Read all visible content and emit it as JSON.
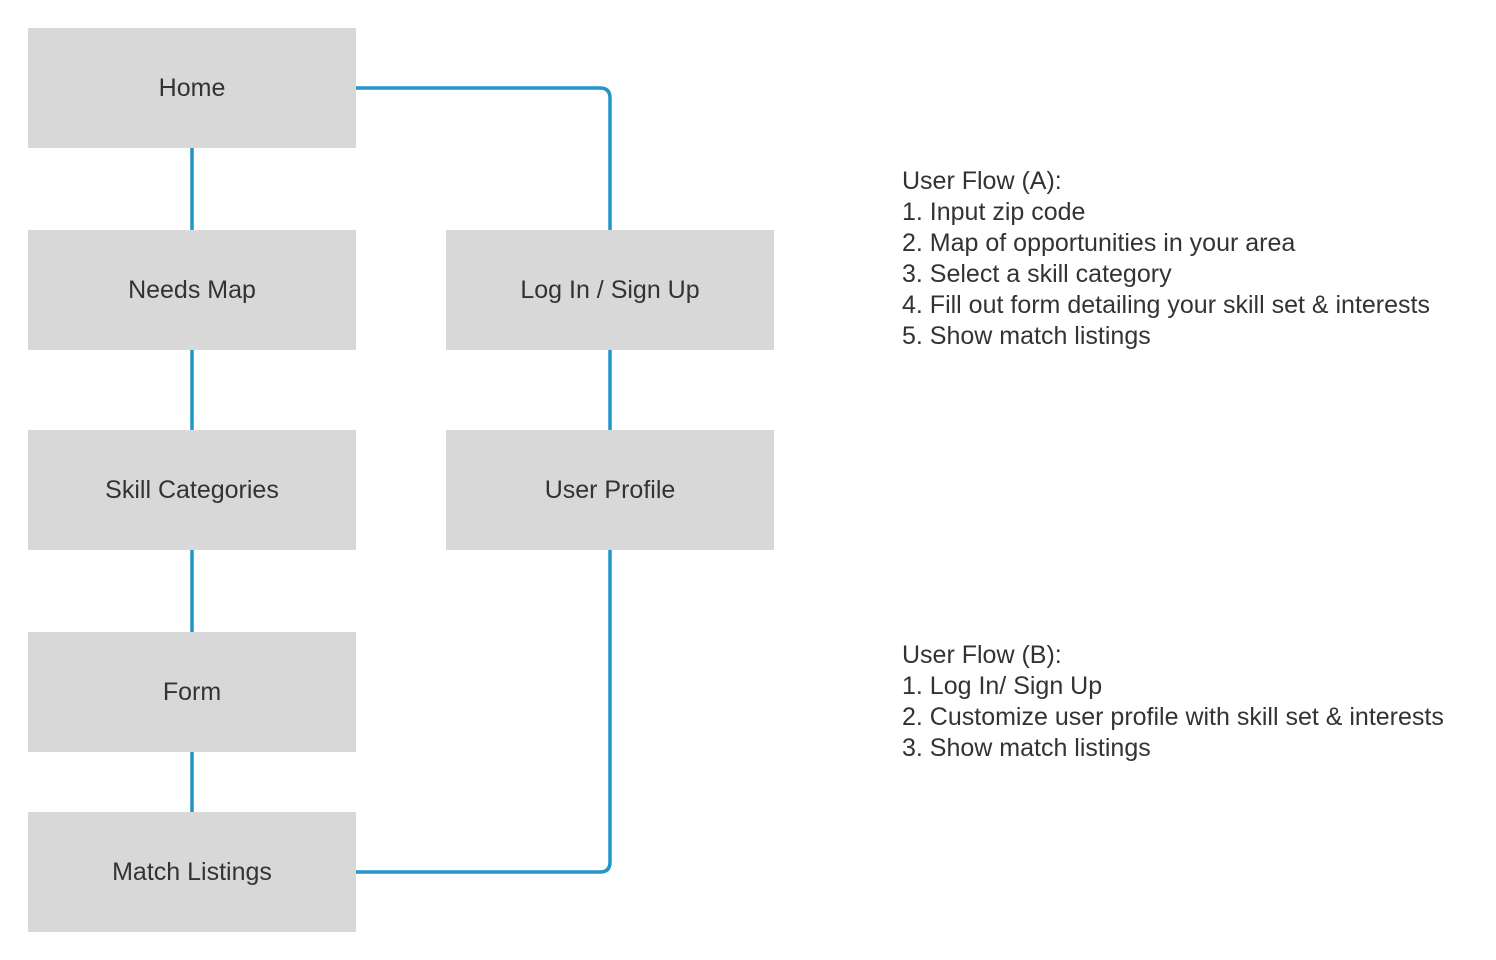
{
  "colors": {
    "connector": "#2196c9",
    "box_fill": "#d8d8d8",
    "text": "#333333",
    "background": "#ffffff"
  },
  "nodes": {
    "home": "Home",
    "needs_map": "Needs Map",
    "skill_categories": "Skill Categories",
    "form": "Form",
    "match_listings": "Match Listings",
    "login_signup": "Log In / Sign Up",
    "user_profile": "User Profile"
  },
  "flow_a": {
    "title": "User Flow (A):",
    "steps": [
      "1. Input zip code",
      "2. Map of opportunities in your area",
      "3. Select a skill category",
      "4. Fill out form detailing your skill set & interests",
      "5. Show match listings"
    ]
  },
  "flow_b": {
    "title": "User Flow (B):",
    "steps": [
      "1. Log In/ Sign Up",
      "2. Customize user profile with skill set & interests",
      "3. Show match listings"
    ]
  }
}
